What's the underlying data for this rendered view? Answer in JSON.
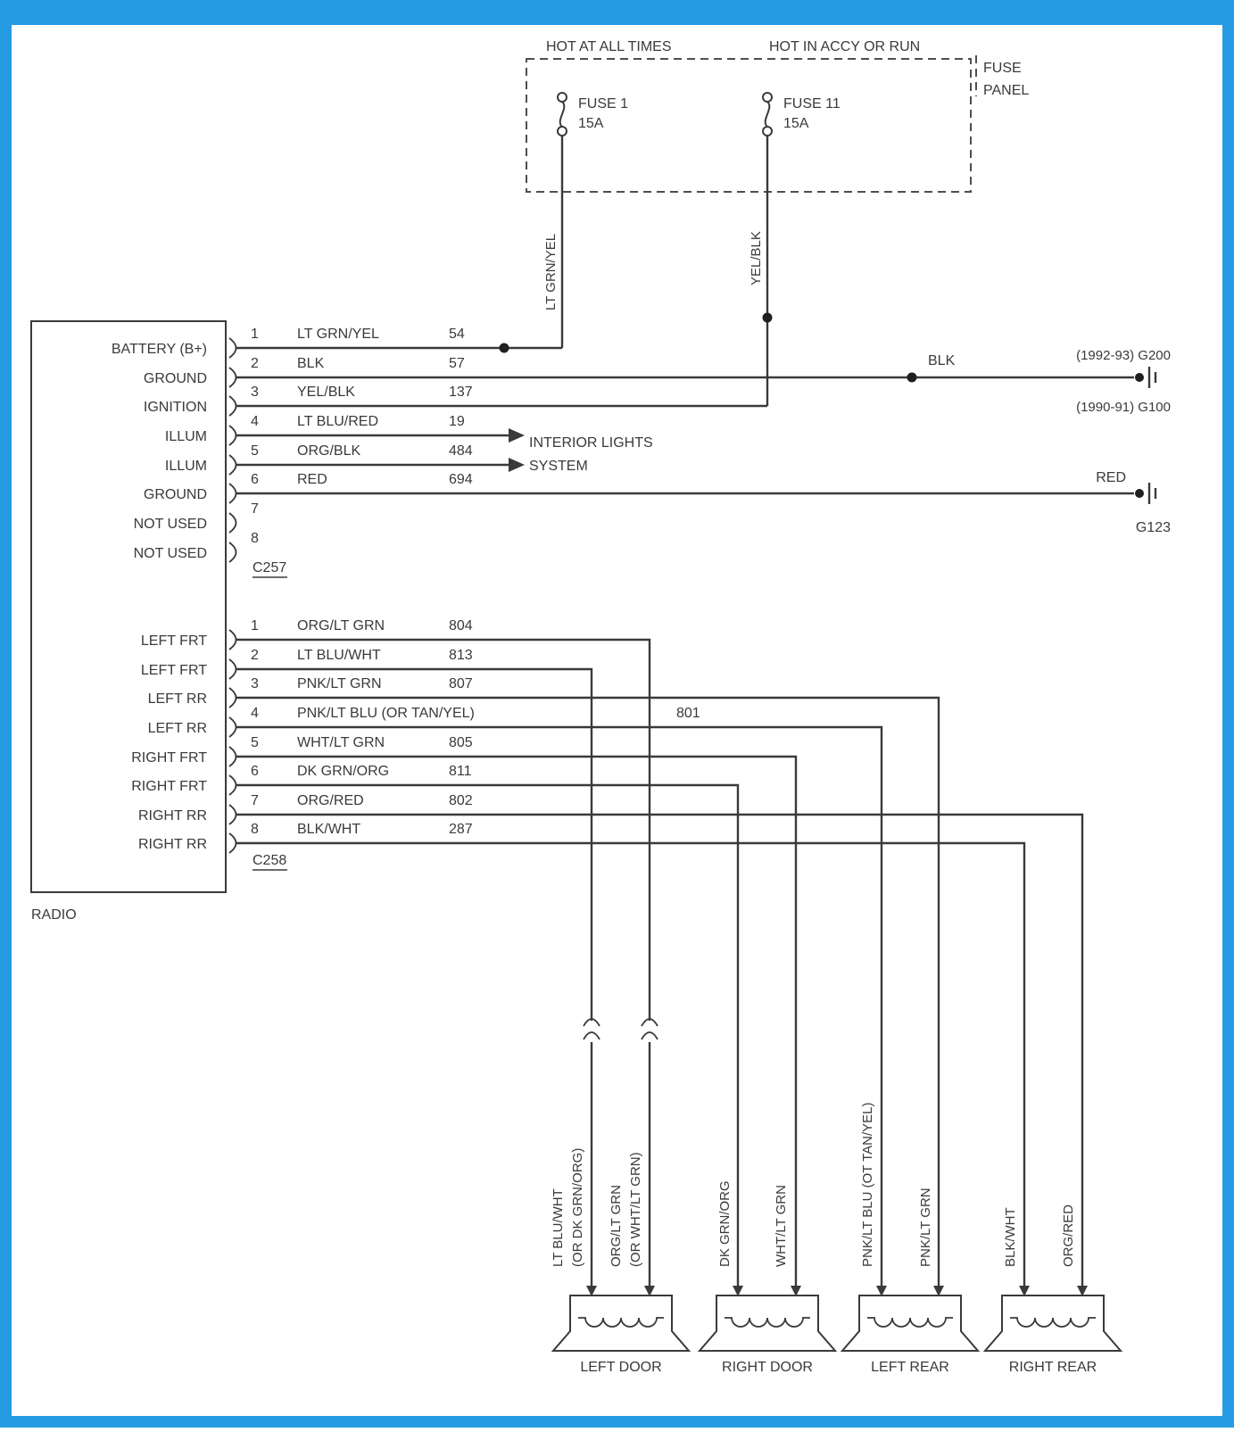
{
  "frame_color": "#259be4",
  "line_color": "#3a3a3a",
  "top": {
    "hot_left": "HOT AT ALL TIMES",
    "hot_right": "HOT IN ACCY OR RUN",
    "fuse_panel_label_1": "FUSE",
    "fuse_panel_label_2": "PANEL",
    "fuse1_name": "FUSE 1",
    "fuse1_rating": "15A",
    "fuse1_wire": "LT GRN/YEL",
    "fuse11_name": "FUSE 11",
    "fuse11_rating": "15A",
    "fuse11_wire": "YEL/BLK"
  },
  "radio": {
    "label": "RADIO",
    "c257": {
      "label": "C257",
      "pins": [
        {
          "num": "1",
          "left": "BATTERY (B+)",
          "wire": "LT GRN/YEL",
          "circuit": "54"
        },
        {
          "num": "2",
          "left": "GROUND",
          "wire": "BLK",
          "circuit": "57"
        },
        {
          "num": "3",
          "left": "IGNITION",
          "wire": "YEL/BLK",
          "circuit": "137"
        },
        {
          "num": "4",
          "left": "ILLUM",
          "wire": "LT BLU/RED",
          "circuit": "19"
        },
        {
          "num": "5",
          "left": "ILLUM",
          "wire": "ORG/BLK",
          "circuit": "484"
        },
        {
          "num": "6",
          "left": "GROUND",
          "wire": "RED",
          "circuit": "694"
        },
        {
          "num": "7",
          "left": "NOT USED",
          "wire": "",
          "circuit": ""
        },
        {
          "num": "8",
          "left": "NOT USED",
          "wire": "",
          "circuit": ""
        }
      ]
    },
    "c258": {
      "label": "C258",
      "pins": [
        {
          "num": "1",
          "left": "LEFT FRT",
          "wire": "ORG/LT GRN",
          "circuit": "804"
        },
        {
          "num": "2",
          "left": "LEFT FRT",
          "wire": "LT BLU/WHT",
          "circuit": "813"
        },
        {
          "num": "3",
          "left": "LEFT RR",
          "wire": "PNK/LT GRN",
          "circuit": "807"
        },
        {
          "num": "4",
          "left": "LEFT RR",
          "wire": "PNK/LT BLU (OR TAN/YEL)",
          "circuit": "801"
        },
        {
          "num": "5",
          "left": "RIGHT FRT",
          "wire": "WHT/LT GRN",
          "circuit": "805"
        },
        {
          "num": "6",
          "left": "RIGHT FRT",
          "wire": "DK GRN/ORG",
          "circuit": "811"
        },
        {
          "num": "7",
          "left": "RIGHT RR",
          "wire": "ORG/RED",
          "circuit": "802"
        },
        {
          "num": "8",
          "left": "RIGHT RR",
          "wire": "BLK/WHT",
          "circuit": "287"
        }
      ]
    }
  },
  "annotations": {
    "interior_lights_1": "INTERIOR LIGHTS",
    "interior_lights_2": "SYSTEM",
    "blk": "BLK",
    "g200": "(1992-93) G200",
    "g100": "(1990-91) G100",
    "red": "RED",
    "g123": "G123"
  },
  "speakers": [
    {
      "name": "LEFT DOOR",
      "labels": [
        "LT BLU/WHT",
        "(OR DK GRN/ORG)",
        "ORG/LT GRN",
        "(OR WHT/LT GRN)"
      ]
    },
    {
      "name": "RIGHT DOOR",
      "labels": [
        "DK GRN/ORG",
        "WHT/LT GRN"
      ]
    },
    {
      "name": "LEFT REAR",
      "labels": [
        "PNK/LT BLU (OT TAN/YEL)",
        "PNK/LT GRN"
      ]
    },
    {
      "name": "RIGHT REAR",
      "labels": [
        "BLK/WHT",
        "ORG/RED"
      ]
    }
  ]
}
